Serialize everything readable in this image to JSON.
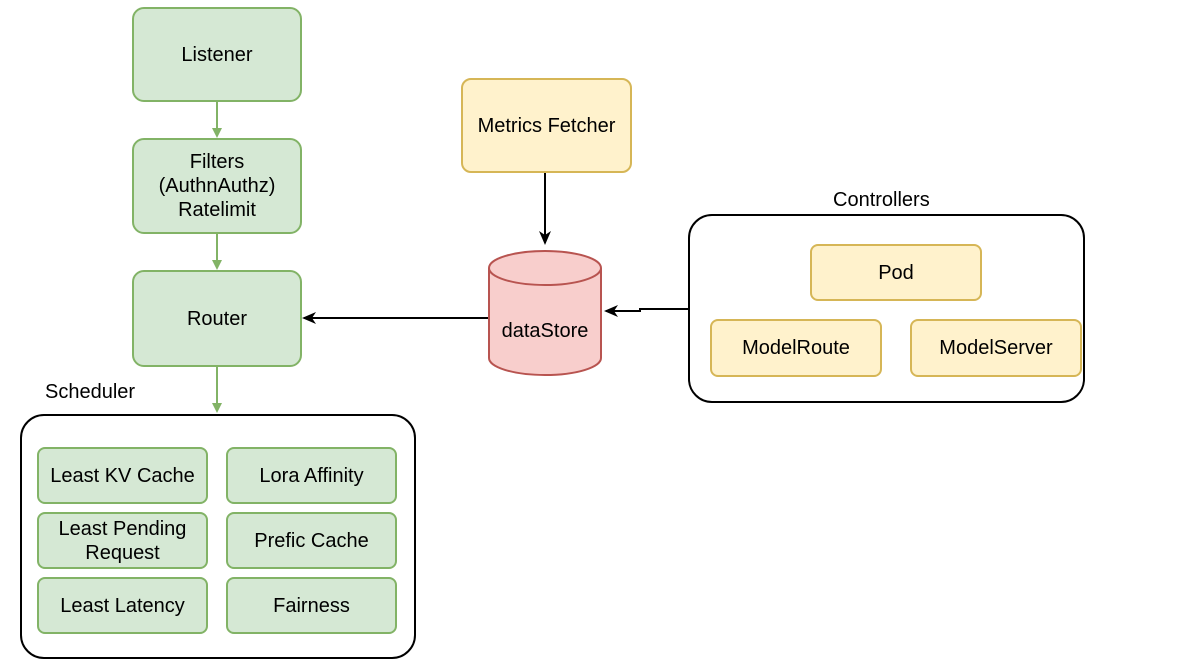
{
  "nodes": {
    "listener": "Listener",
    "filters": [
      "Filters",
      "(AuthnAuthz)",
      "Ratelimit"
    ],
    "router": "Router",
    "metrics_fetcher": "Metrics Fetcher",
    "datastore": "dataStore"
  },
  "scheduler": {
    "label": "Scheduler",
    "items": {
      "least_kv_cache": "Least KV Cache",
      "lora_affinity": "Lora Affinity",
      "least_pending_request": [
        "Least Pending",
        "Request"
      ],
      "prefic_cache": "Prefic Cache",
      "least_latency": "Least Latency",
      "fairness": "Fairness"
    }
  },
  "controllers": {
    "label": "Controllers",
    "items": {
      "pod": "Pod",
      "model_route": "ModelRoute",
      "model_server": "ModelServer"
    }
  },
  "colors": {
    "green_fill": "#d5e8d4",
    "green_stroke": "#82b366",
    "yellow_fill": "#fff2cc",
    "yellow_stroke": "#d6b656",
    "db_fill": "#f8cecc",
    "db_stroke": "#b85450"
  }
}
